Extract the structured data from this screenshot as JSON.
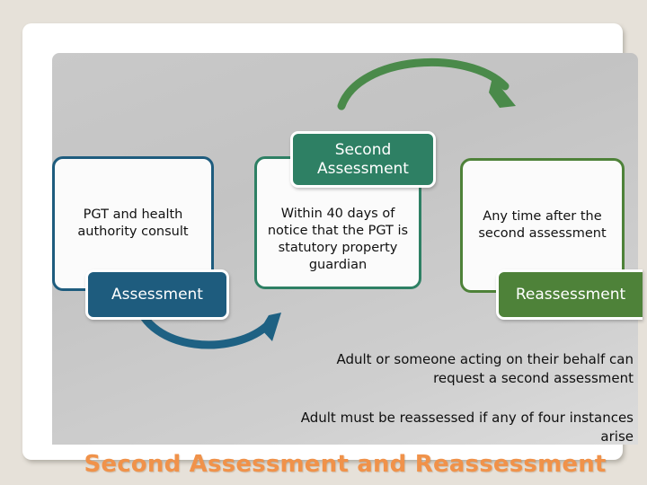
{
  "slide": {
    "title": "Second Assessment and Reassessment",
    "title_color": "#f0924a",
    "background_color": "#e6e1d9",
    "panel_color": "#c8c8c8"
  },
  "stages": [
    {
      "tag": "Assessment",
      "tag_color": "#1e5c7e",
      "detail": "PGT and health authority consult"
    },
    {
      "tag": "Second Assessment",
      "tag_color": "#2e8064",
      "detail": "Within 40 days of notice that the PGT is statutory property guardian"
    },
    {
      "tag": "Reassessment",
      "tag_color": "#4e8239",
      "detail": "Any time after the second assessment"
    }
  ],
  "notes": [
    "Adult or someone acting on their behalf can request a second assessment",
    "Adult must be reassessed if any of four instances arise"
  ],
  "arrows": [
    {
      "name": "blue-arrow",
      "color": "#1e5c7e",
      "from": "assessment",
      "to": "second-assessment"
    },
    {
      "name": "green-arrow",
      "color": "#4a8a4a",
      "from": "second-assessment",
      "to": "reassessment"
    }
  ]
}
